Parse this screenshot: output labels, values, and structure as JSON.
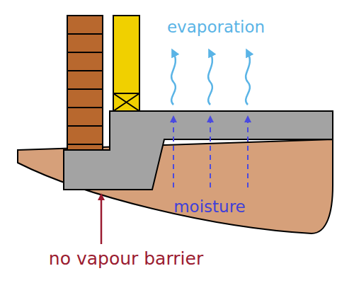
{
  "diagram": {
    "labels": [
      "evaporation",
      "moisture",
      "no vapour barrier"
    ]
  }
}
